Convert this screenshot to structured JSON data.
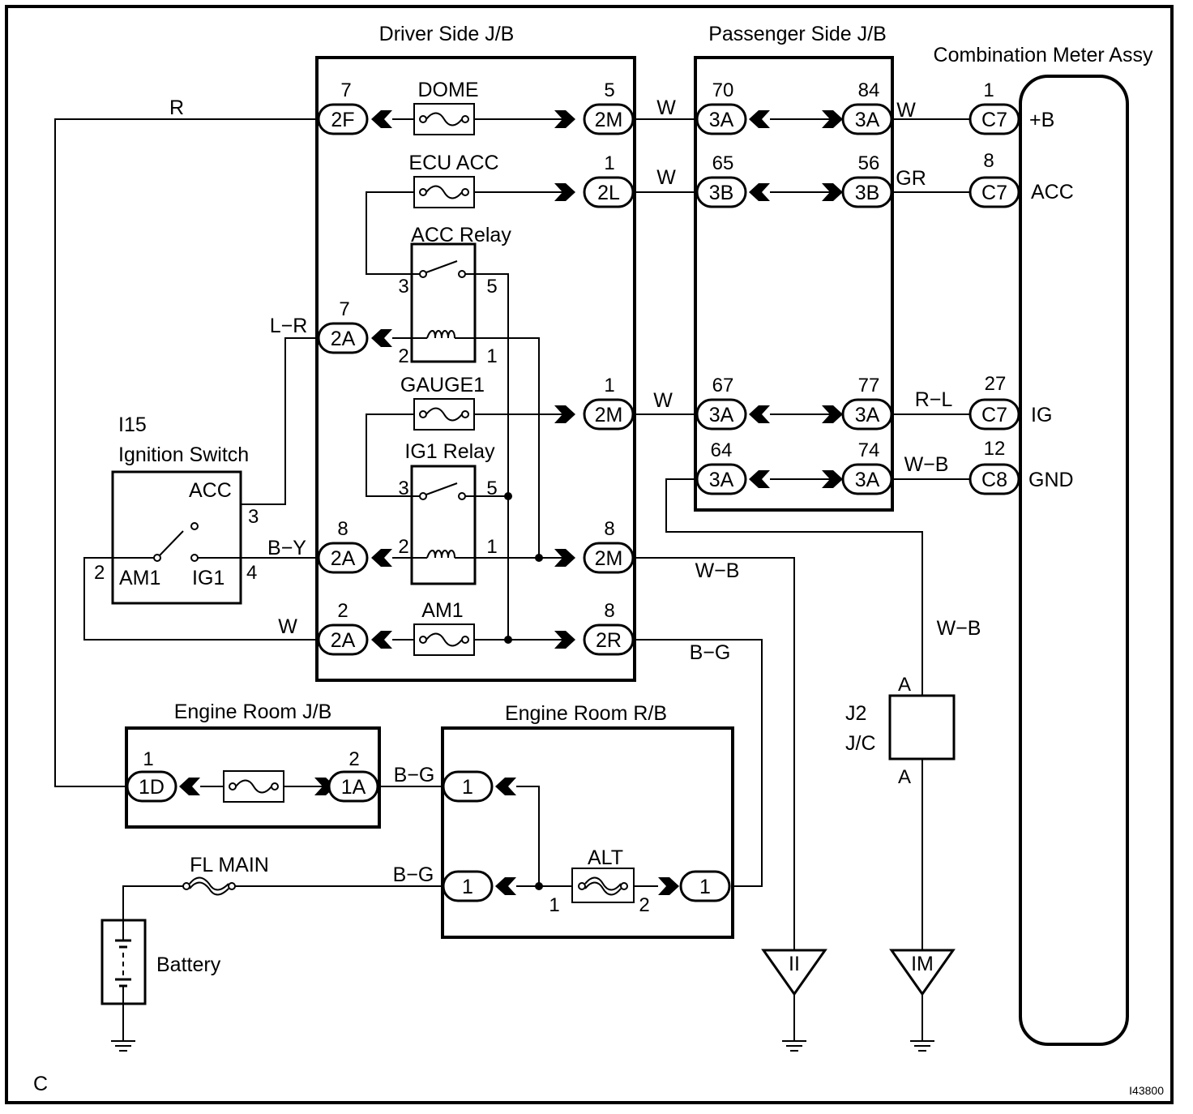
{
  "blocks": {
    "driver_jb": "Driver Side J/B",
    "passenger_jb": "Passenger Side J/B",
    "meter": "Combination Meter Assy",
    "engine_jb": "Engine Room J/B",
    "engine_rb": "Engine Room R/B",
    "ignition_code": "I15",
    "ignition_name": "Ignition Switch",
    "junction_code": "J2",
    "junction_name": "J/C",
    "battery": "Battery"
  },
  "fuses": {
    "dome": "DOME",
    "ecu_acc": "ECU ACC",
    "gauge1": "GAUGE1",
    "am1": "AM1",
    "alt": "ALT",
    "fl_main": "FL MAIN"
  },
  "relays": {
    "acc": "ACC Relay",
    "ig1": "IG1 Relay"
  },
  "connectors": {
    "d_2f": "2F",
    "d_2a_top": "2A",
    "d_2a_mid": "2A",
    "d_2a_bot": "2A",
    "d_2m_top": "2M",
    "d_2l": "2L",
    "d_2m_mid": "2M",
    "d_2m_low": "2M",
    "d_2r": "2R",
    "p_3a_1": "3A",
    "p_3a_2": "3A",
    "p_3b_1": "3B",
    "p_3b_2": "3B",
    "p_3a_3": "3A",
    "p_3a_4": "3A",
    "p_3a_5": "3A",
    "p_3a_6": "3A",
    "m_c7_1": "C7",
    "m_c7_2": "C7",
    "m_c7_3": "C7",
    "m_c8": "C8",
    "e_1d": "1D",
    "e_1a": "1A",
    "r_1a": "1",
    "r_1b": "1",
    "r_1c": "1"
  },
  "pins": {
    "d_2f": "7",
    "d_2a_top": "7",
    "d_2a_mid": "8",
    "d_2a_bot": "2",
    "d_2m_top": "5",
    "d_2l": "1",
    "d_2m_mid": "1",
    "d_2m_low": "8",
    "d_2r": "8",
    "p_70": "70",
    "p_84": "84",
    "p_65": "65",
    "p_56": "56",
    "p_67": "67",
    "p_77": "77",
    "p_64": "64",
    "p_74": "74",
    "m_1": "1",
    "m_8": "8",
    "m_27": "27",
    "m_12": "12",
    "e_1": "1",
    "e_2": "2",
    "acc_3": "3",
    "acc_5": "5",
    "acc_2": "2",
    "acc_1": "1",
    "ig1_3": "3",
    "ig1_5": "5",
    "ig1_2": "2",
    "ig1_1": "1",
    "sw_3": "3",
    "sw_4": "4",
    "sw_2": "2",
    "alt_1": "1",
    "alt_2": "2",
    "jc_a_top": "A",
    "jc_a_bot": "A"
  },
  "meter_terminals": {
    "b": "+B",
    "acc": "ACC",
    "ig": "IG",
    "gnd": "GND"
  },
  "switch_terminals": {
    "acc": "ACC",
    "am1": "AM1",
    "ig1": "IG1"
  },
  "wire_colors": {
    "r": "R",
    "w_dome": "W",
    "w_dome_out": "W",
    "w_ecu": "W",
    "gr": "GR",
    "lr": "L−R",
    "w_gauge": "W",
    "rl": "R−L",
    "wb_gnd": "W−B",
    "by": "B−Y",
    "wb_mid": "W−B",
    "w_am1": "W",
    "bg_2r": "B−G",
    "wb_jc": "W−B",
    "bg_eng": "B−G",
    "bg_batt": "B−G"
  },
  "grounds": {
    "ii": "II",
    "im": "IM"
  },
  "page_letter": "C",
  "figure_id": "I43800"
}
